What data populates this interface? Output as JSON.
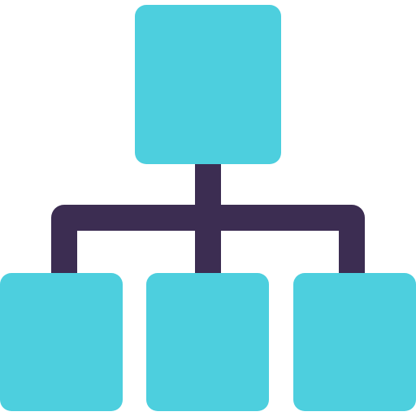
{
  "icon": {
    "name": "hierarchy-icon",
    "colors": {
      "box": "#4dcfde",
      "connector": "#3c2d52",
      "background": "#ffffff"
    },
    "nodes": {
      "root": "root-box",
      "children": [
        "child-box-left",
        "child-box-center",
        "child-box-right"
      ]
    }
  }
}
